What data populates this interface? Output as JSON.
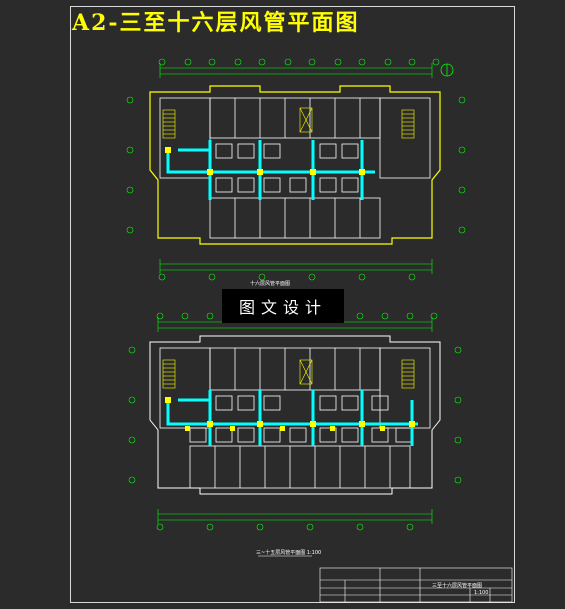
{
  "drawing": {
    "title": "A2-三至十六层风管平面图",
    "watermark": "图文设计",
    "plan_top_caption": "十六层风管平面图",
    "plan_bottom_caption": "三~十五层风管平面图 1:100",
    "title_block": {
      "drawing_name": "三至十六层风管平面图",
      "scale": "1:100"
    }
  },
  "colors": {
    "background": "#2b2b2b",
    "title": "#ffff00",
    "walls": "#ffffff",
    "grid": "#00ff00",
    "ducts": "#00ffff",
    "outline": "#ffff00",
    "accent": "#ff00ff"
  }
}
